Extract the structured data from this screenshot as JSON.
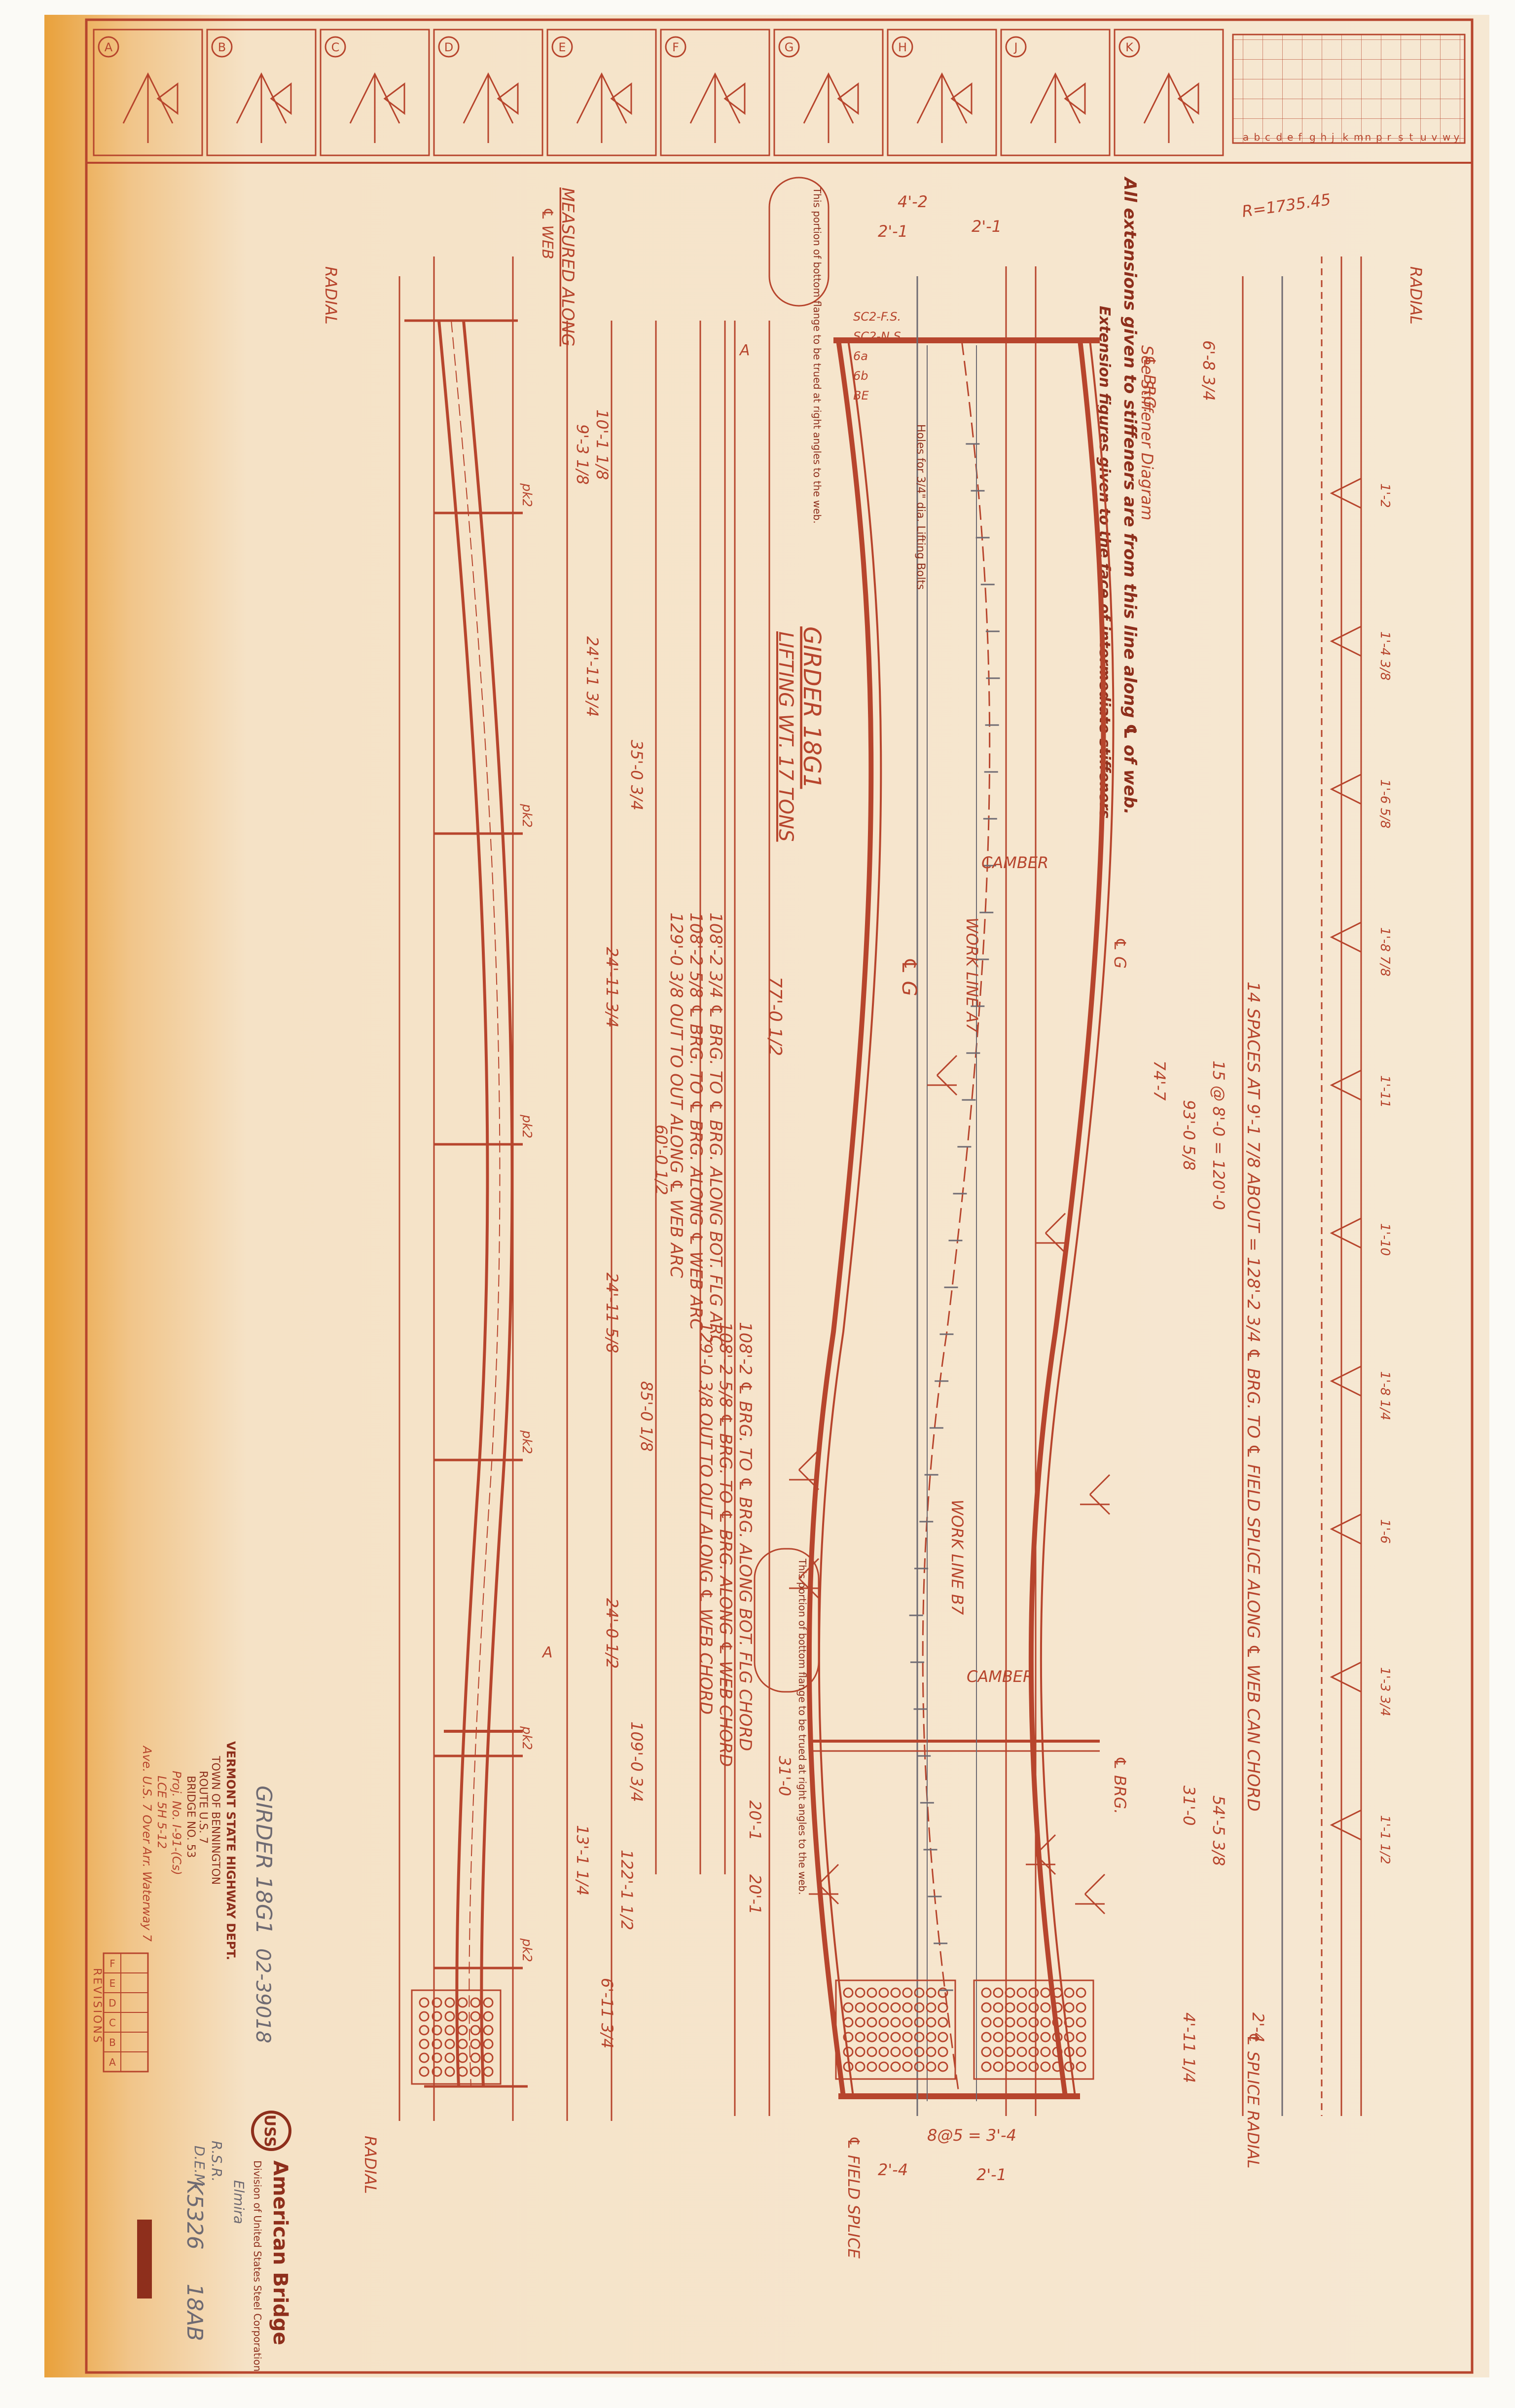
{
  "colors": {
    "ink": "#b7452d",
    "ink_dark": "#8e2f1c",
    "paper": "#f4e3c9",
    "stain": "#e8a43a",
    "pencil": "#6e6a72",
    "bar": "#8e2f1c"
  },
  "weld_table": {
    "rows": [
      "A",
      "B",
      "C",
      "D",
      "E",
      "F",
      "G",
      "H",
      "J",
      "K"
    ],
    "grid_letters": [
      "a",
      "b",
      "c",
      "d",
      "e",
      "f",
      "g",
      "h",
      "j",
      "k",
      "m",
      "n",
      "p",
      "r",
      "s",
      "t",
      "u",
      "v",
      "w",
      "y"
    ]
  },
  "notes": {
    "extension_note": "All extensions given to stiffeners are from this line along ℄ of web.",
    "extension_note2": "Extension figures given to the face of intermediate stiffeners.",
    "see_stiffener": "See Stiffener Diagram",
    "portion_note_top": "This portion of bottom flange to be trued at right angles to the web.",
    "portion_note_bottom": "This portion of bottom flange to be trued at right angles to the web.",
    "holes_note": "Holes for 3/4\" dia. Lifting Bolts",
    "measured_along": "MEASURED ALONG",
    "measured_along2": "℄ WEB"
  },
  "title_block": {
    "girder_title": "GIRDER 18G1",
    "lifting": "LIFTING WT. 17 TONS",
    "company": "American Bridge",
    "company_sub": "Division of United States Steel Corporation",
    "uss": "USS",
    "state": "VERMONT STATE HIGHWAY DEPT.",
    "town": "TOWN OF BENNINGTON",
    "route": "ROUTE U.S. 7",
    "bridge": "BRIDGE NO. 53",
    "project1": "Proj. No. I-91-(Cs)",
    "project2": "LCE 5H 5-12",
    "project3": "Ave. U.S. 7 Over Arr. Waterway 7",
    "fabricator": "Elmira",
    "drawn_by": "R.S.R.",
    "checked_by": "D.E.M.",
    "contract": "02-39018",
    "order": "K5326",
    "sheet": "18AB",
    "girder_mark": "GIRDER 18G1",
    "revisions_label": "REVISIONS",
    "revision_rows": [
      "F",
      "E",
      "D",
      "C",
      "B",
      "A"
    ]
  },
  "dims": {
    "radius": "R=1735.45",
    "r_top": "4'-2",
    "r_top2": "2'-1",
    "r_top3": "2'-1",
    "d_6_8": "6'-8 3/4",
    "spaces": "14 SPACES AT 9'-1 7/8 ABOUT = 128'-2 3/4 ℄ BRG. TO ℄ FIELD SPLICE ALONG ℄ WEB CAN CHORD",
    "d_15": "15 @ 8'-0 = 120'-0",
    "d_93": "93'-0 5/8",
    "d_74": "74'-7",
    "d_31": "31'-0",
    "d_54": "54'-5 3/8",
    "d_4_11": "4'-11 1/4",
    "d_2_4": "2'-4",
    "cl_108a": "108'-2 3/4 ℄ BRG. TO ℄ BRG. ALONG BOT. FLG ARC",
    "cl_108b": "108'-2 5/8 ℄ BRG. TO ℄ BRG. ALONG ℄ WEB ARC",
    "cl_129": "129'-0 3/8 OUT TO OUT ALONG ℄ WEB ARC",
    "cl_77": "77'-0 1/2",
    "cl_108c": "108'-2 ℄ BRG. TO ℄ BRG. ALONG BOT. FLG CHORD",
    "cl_108d": "108'-2 5/8 ℄ BRG. TO ℄ BRG. ALONG ℄ WEB CHORD",
    "cl_129b": "129'-0 3/8 OUT TO OUT ALONG ℄ WEB CHORD",
    "cl_20": "20'-1",
    "cl_20b": "20'-1",
    "cl_31": "31'-0",
    "b_10_1": "10'-1 1/8",
    "b_9_3": "9'-3 1/8",
    "b_24a": "24'-11 3/4",
    "b_35": "35'-0 3/4",
    "b_24b": "24'-11 3/4",
    "b_60": "60'-0 1/2",
    "b_24c": "24'-11 5/8",
    "b_85": "85'-0 1/8",
    "b_24d": "24'-0 1/2",
    "b_109": "109'-0 3/4",
    "b_13": "13'-1 1/4",
    "b_122": "122'-1 1/2",
    "b_6": "6'-11 3/4",
    "bolt_spacing": "8@5 = 3'-4",
    "bolt_24": "2'-4",
    "bolt_21": "2'-1",
    "camber_top": "CAMBER",
    "camber_bot": "CAMBER",
    "work_line_a": "WORK LINE A7",
    "work_line_b": "WORK LINE B7",
    "g_label": "℄ G",
    "g_label2": "℄ G",
    "splice": "℄ SPLICE RADIAL",
    "field_splice": "℄ FIELD SPLICE",
    "radial_top": "RADIAL",
    "radial_top2": "RADIAL",
    "radial_bot": "RADIAL",
    "brg_left": "℄ BRG.",
    "brg_right": "℄ BRG.",
    "stiff_marks": [
      "1'-2",
      "1'-4 3/8",
      "1'-6 5/8",
      "1'-8 7/8",
      "1'-11",
      "1'-10",
      "1'-8 1/4",
      "1'-6",
      "1'-3 3/4",
      "1'-1 1/2"
    ],
    "pk_marks": [
      "pk2",
      "pk2",
      "pk2",
      "pk2",
      "pk2",
      "pk2"
    ],
    "stiff_labels": [
      "SC2-F.S.",
      "SC2-N.S.",
      "6a",
      "6b",
      "BE"
    ],
    "lifting_mark": "A",
    "sh_label": "A"
  }
}
